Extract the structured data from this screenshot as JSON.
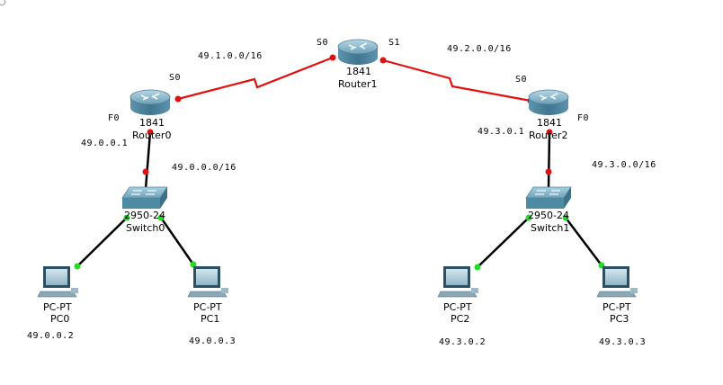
{
  "routers": [
    {
      "id": "router0",
      "model": "1841",
      "name": "Router0"
    },
    {
      "id": "router1",
      "model": "1841",
      "name": "Router1"
    },
    {
      "id": "router2",
      "model": "1841",
      "name": "Router2"
    }
  ],
  "switches": [
    {
      "id": "switch0",
      "model": "2950-24",
      "name": "Switch0"
    },
    {
      "id": "switch1",
      "model": "2950-24",
      "name": "Switch1"
    }
  ],
  "pcs": [
    {
      "id": "pc0",
      "model": "PC-PT",
      "name": "PC0",
      "ip": "49.0.0.2"
    },
    {
      "id": "pc1",
      "model": "PC-PT",
      "name": "PC1",
      "ip": "49.0.0.3"
    },
    {
      "id": "pc2",
      "model": "PC-PT",
      "name": "PC2",
      "ip": "49.3.0.2"
    },
    {
      "id": "pc3",
      "model": "PC-PT",
      "name": "PC3",
      "ip": "49.3.0.3"
    }
  ],
  "ports": {
    "router0_s0": "S0",
    "router0_f0": "F0",
    "router1_s0": "S0",
    "router1_s1": "S1",
    "router2_s0": "S0",
    "router2_f0": "F0"
  },
  "networks": {
    "net_r0_r1": "49.1.0.0/16",
    "net_r1_r2": "49.2.0.0/16",
    "net_lan0": "49.0.0.0/16",
    "net_lan1": "49.3.0.0/16"
  },
  "gateways": {
    "router0": "49.0.0.1",
    "router2": "49.3.0.1"
  },
  "colors": {
    "serial_link": "#e01010",
    "ethernet_link": "#000000",
    "link_down": "#e01010",
    "link_up": "#22dd22",
    "router_top": "#7fb0c8",
    "router_side": "#4d7f99",
    "switch_top": "#86b8cc",
    "switch_side": "#4f8aa3"
  }
}
